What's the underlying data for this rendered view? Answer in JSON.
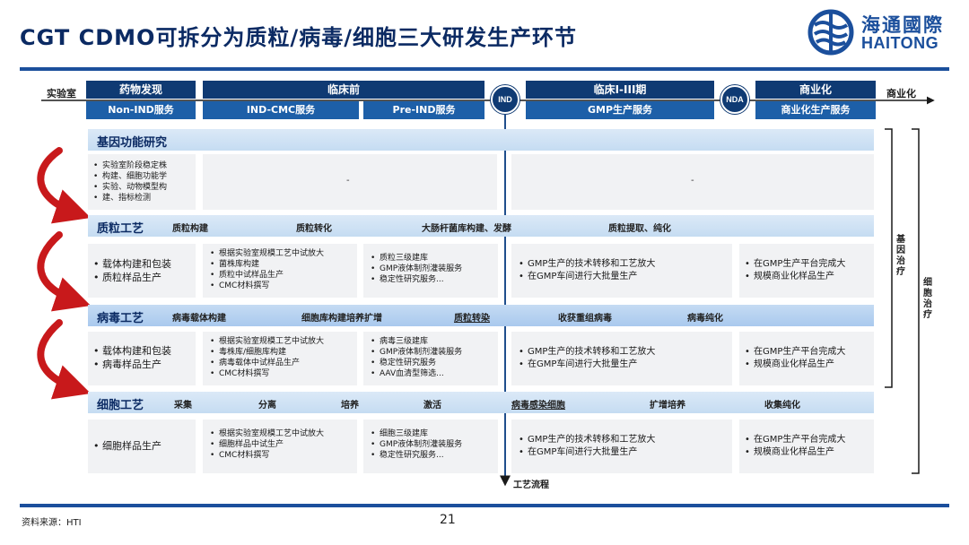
{
  "title": "CGT CDMO可拆分为质粒/病毒/细胞三大研发生产环节",
  "logo": {
    "cn": "海通國際",
    "en": "HAITONG"
  },
  "header": {
    "lab_label": "实验室",
    "commercial_label": "商业化",
    "phases": [
      {
        "name": "药物发现",
        "service": "Non-IND服务"
      },
      {
        "name": "临床前",
        "service_a": "IND-CMC服务",
        "service_b": "Pre-IND服务"
      },
      {
        "name": "临床I-III期",
        "service": "GMP生产服务"
      },
      {
        "name": "商业化",
        "service": "商业化生产服务"
      }
    ],
    "milestones": {
      "ind": "IND",
      "nda": "NDA"
    }
  },
  "sections": {
    "gene": {
      "title": "基因功能研究",
      "discovery": [
        "实验室阶段稳定株",
        "构建、细胞功能学",
        "实验、动物模型构",
        "建、指标检测"
      ],
      "preclinical": "-",
      "clinical": "-"
    },
    "plasmid": {
      "title": "质粒工艺",
      "stages": [
        "质粒构建",
        "质粒转化",
        "大肠杆菌库构建、发酵",
        "质粒提取、纯化"
      ],
      "discovery": [
        "载体构建和包装",
        "质粒样品生产"
      ],
      "ind_cmc": [
        "根据实验室规模工艺中试放大",
        "菌株库构建",
        "质粒中试样品生产",
        "CMC材料撰写"
      ],
      "pre_ind": [
        "质粒三级建库",
        "GMP液体制剂灌装服务",
        "稳定性研究服务..."
      ],
      "clinical": [
        "GMP生产的技术转移和工艺放大",
        "在GMP车间进行大批量生产"
      ],
      "commercial": [
        "在GMP生产平台完成大",
        "规模商业化样品生产"
      ]
    },
    "virus": {
      "title": "病毒工艺",
      "stages": [
        "病毒载体构建",
        "细胞库构建培养扩增",
        "质粒转染",
        "收获重组病毒",
        "病毒纯化"
      ],
      "discovery": [
        "载体构建和包装",
        "病毒样品生产"
      ],
      "ind_cmc": [
        "根据实验室规模工艺中试放大",
        "毒株库/细胞库构建",
        "病毒载体中试样品生产",
        "CMC材料撰写"
      ],
      "pre_ind": [
        "病毒三级建库",
        "GMP液体制剂灌装服务",
        "稳定性研究服务",
        "AAV血清型筛选..."
      ],
      "clinical": [
        "GMP生产的技术转移和工艺放大",
        "在GMP车间进行大批量生产"
      ],
      "commercial": [
        "在GMP生产平台完成大",
        "规模商业化样品生产"
      ]
    },
    "cell": {
      "title": "细胞工艺",
      "stages": [
        "采集",
        "分离",
        "培养",
        "激活",
        "病毒感染细胞",
        "扩增培养",
        "收集纯化"
      ],
      "discovery": [
        "细胞样品生产"
      ],
      "ind_cmc": [
        "根据实验室规模工艺中试放大",
        "细胞样品中试生产",
        "CMC材料撰写"
      ],
      "pre_ind": [
        "细胞三级建库",
        "GMP液体制剂灌装服务",
        "稳定性研究服务..."
      ],
      "clinical": [
        "GMP生产的技术转移和工艺放大",
        "在GMP车间进行大批量生产"
      ],
      "commercial": [
        "在GMP生产平台完成大",
        "规模商业化样品生产"
      ]
    }
  },
  "brackets": {
    "gene_therapy": "基因治疗",
    "cell_therapy": "细胞治疗"
  },
  "process_flow": "工艺流程",
  "footer": {
    "source": "资料来源：HTI",
    "page": "21"
  },
  "colors": {
    "navy": "#0f3a73",
    "blue": "#1d5fa8",
    "arrow_red": "#c8191b",
    "arrow_gold": "#f2b51a",
    "light_band": "#dbe9f7"
  }
}
